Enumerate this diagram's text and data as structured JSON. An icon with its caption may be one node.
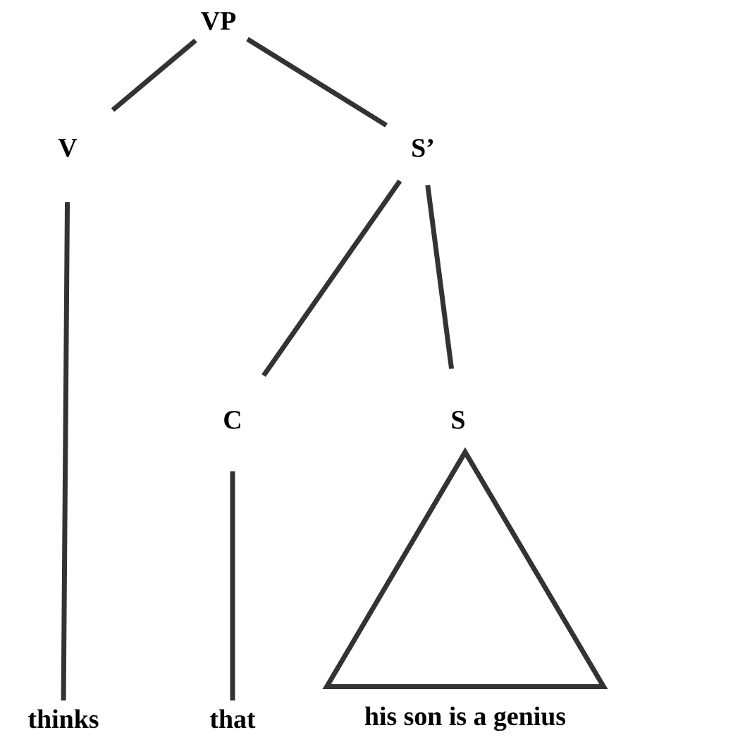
{
  "diagram": {
    "nodes": [
      {
        "text": [
          "VP"
        ]
      },
      {
        "text": [
          "V"
        ]
      },
      {
        "text": [
          "S’"
        ]
      },
      {
        "text": [
          "C"
        ]
      },
      {
        "text": [
          "S"
        ]
      },
      {
        "text": [
          "thinks"
        ]
      },
      {
        "text": [
          "that"
        ]
      },
      {
        "text": [],
        "shape": "triangle"
      },
      {
        "text": [
          "his son is a genius"
        ]
      }
    ],
    "edges": [
      {
        "from": 0,
        "to": 1,
        "arrow": "none"
      },
      {
        "from": 0,
        "to": 2,
        "arrow": "none"
      },
      {
        "from": 2,
        "to": 3,
        "arrow": "none"
      },
      {
        "from": 2,
        "to": 4,
        "arrow": "none"
      },
      {
        "from": 1,
        "to": 5,
        "arrow": "none"
      },
      {
        "from": 3,
        "to": 6,
        "arrow": "none"
      }
    ]
  }
}
